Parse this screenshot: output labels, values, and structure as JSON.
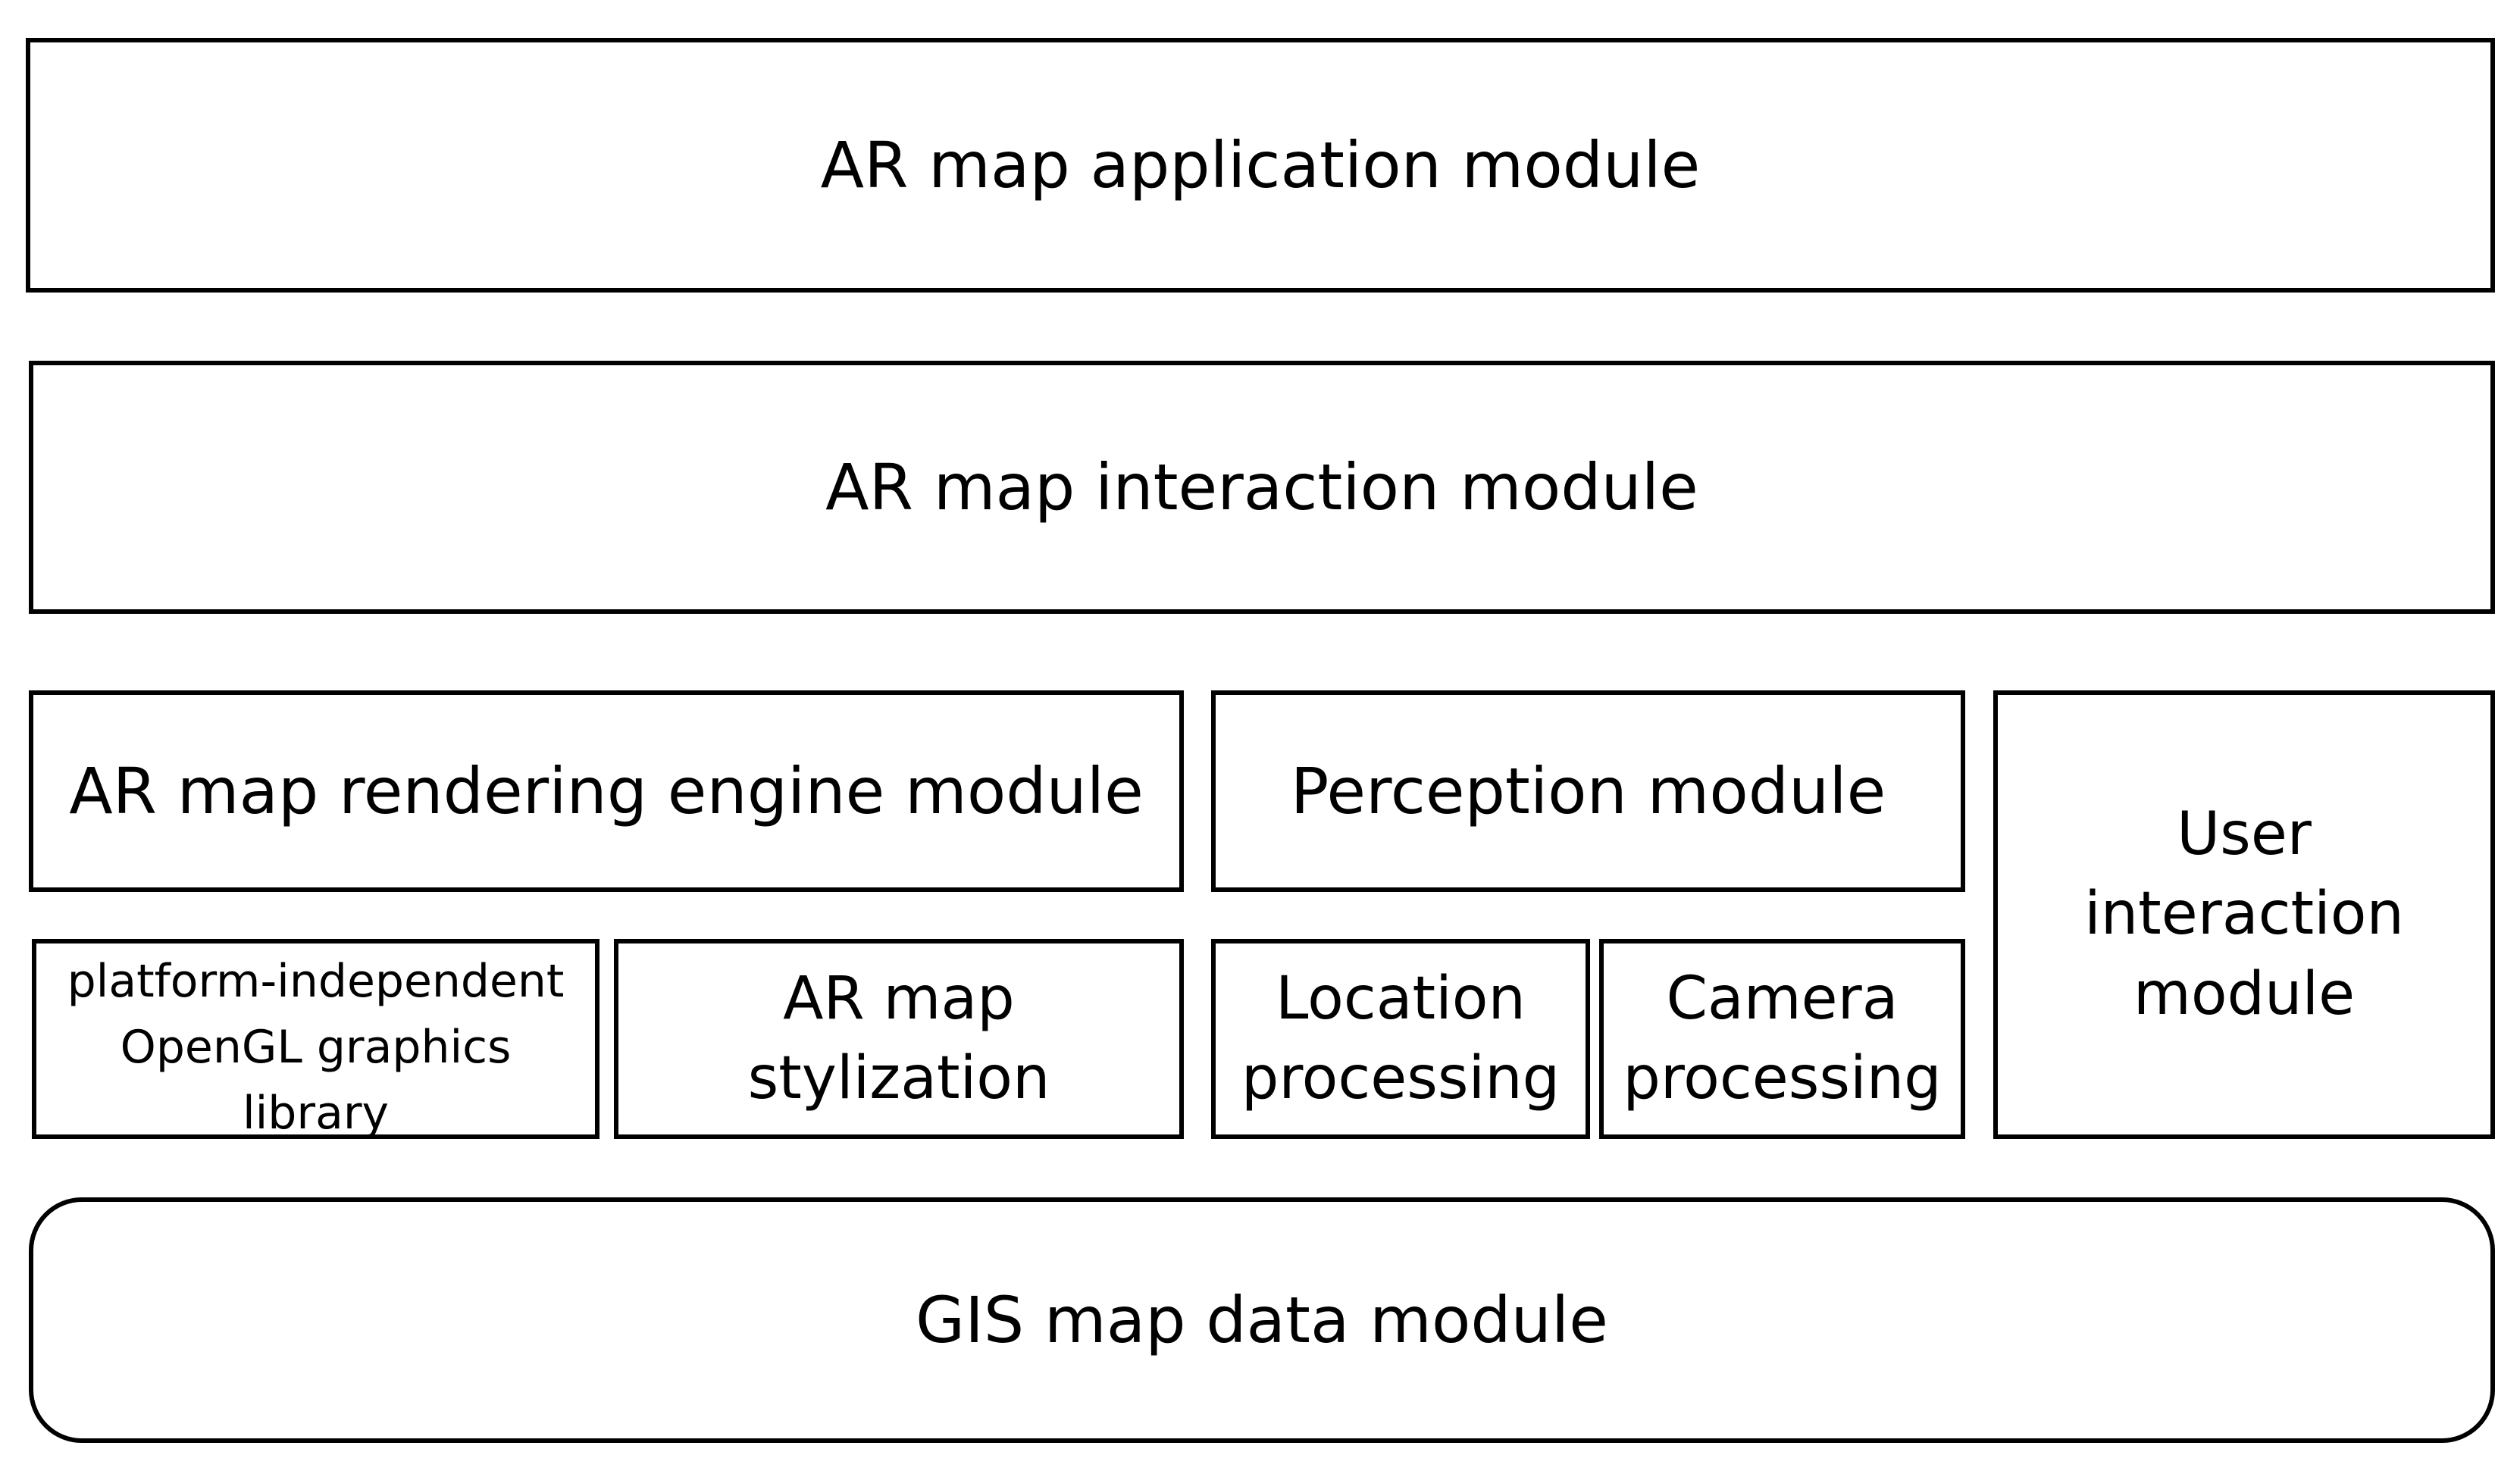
{
  "layers": {
    "application": "AR map application module",
    "interaction": "AR map interaction module",
    "gis": "GIS map data module"
  },
  "rendering": {
    "engine": "AR map rendering engine module",
    "opengl": "platform-independent\nOpenGL graphics\nlibrary",
    "stylization": "AR map\nstylization"
  },
  "perception": {
    "title": "Perception module",
    "location": "Location\nprocessing",
    "camera": "Camera\nprocessing"
  },
  "user_interaction": "User\ninteraction\nmodule"
}
